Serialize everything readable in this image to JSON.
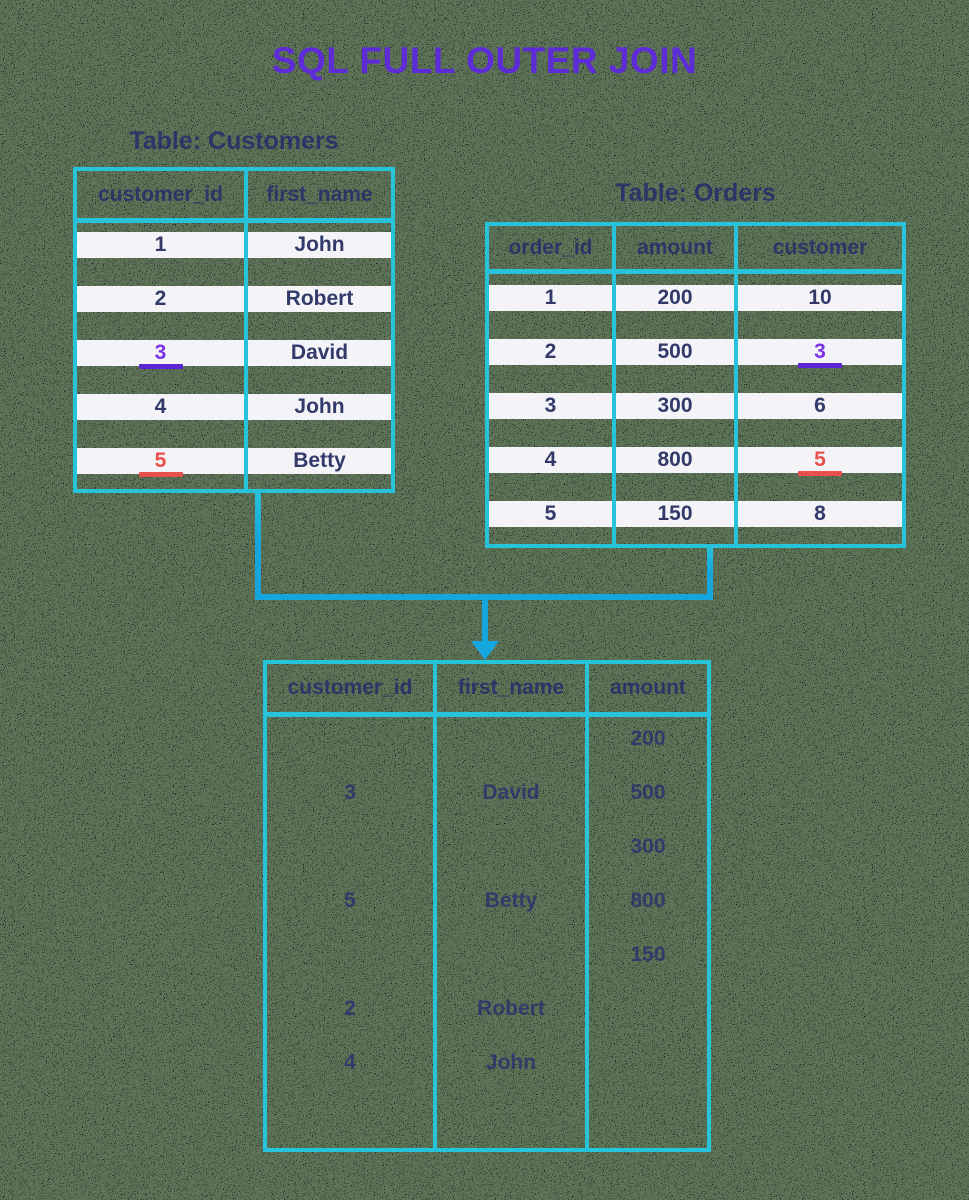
{
  "title": "SQL FULL OUTER JOIN",
  "colors": {
    "background_green": "#5f7559",
    "table_border_cyan": "#26c3da",
    "connector_blue": "#16a6de",
    "title_purple": "#5e2cd6",
    "heading_navy": "#2e3468",
    "cell_text_navy": "#323a69",
    "row_background": "#f4f4f8",
    "highlight_purple": "#7c31e8",
    "highlight_purple_underline": "#5c24d2",
    "highlight_red": "#e8514b"
  },
  "customers_table": {
    "caption": "Table: Customers",
    "headers": [
      "customer_id",
      "first_name"
    ],
    "rows": [
      {
        "customer_id": "1",
        "first_name": "John"
      },
      {
        "customer_id": "2",
        "first_name": "Robert"
      },
      {
        "customer_id": "3",
        "first_name": "David",
        "highlight": "customer_id underlined purple"
      },
      {
        "customer_id": "4",
        "first_name": "John"
      },
      {
        "customer_id": "5",
        "first_name": "Betty",
        "highlight": "customer_id underlined red"
      }
    ]
  },
  "orders_table": {
    "caption": "Table: Orders",
    "headers": [
      "order_id",
      "amount",
      "customer"
    ],
    "rows": [
      {
        "order_id": "1",
        "amount": "200",
        "customer": "10"
      },
      {
        "order_id": "2",
        "amount": "500",
        "customer": "3",
        "highlight": "customer underlined purple"
      },
      {
        "order_id": "3",
        "amount": "300",
        "customer": "6"
      },
      {
        "order_id": "4",
        "amount": "800",
        "customer": "5",
        "highlight": "customer underlined red"
      },
      {
        "order_id": "5",
        "amount": "150",
        "customer": "8"
      }
    ]
  },
  "result_table": {
    "headers": [
      "customer_id",
      "first_name",
      "amount"
    ],
    "rows": [
      {
        "customer_id": "",
        "first_name": "",
        "amount": "200"
      },
      {
        "customer_id": "3",
        "first_name": "David",
        "amount": "500"
      },
      {
        "customer_id": "",
        "first_name": "",
        "amount": "300"
      },
      {
        "customer_id": "5",
        "first_name": "Betty",
        "amount": "800"
      },
      {
        "customer_id": "",
        "first_name": "",
        "amount": "150"
      },
      {
        "customer_id": "2",
        "first_name": "Robert",
        "amount": ""
      },
      {
        "customer_id": "4",
        "first_name": "John",
        "amount": ""
      }
    ]
  }
}
